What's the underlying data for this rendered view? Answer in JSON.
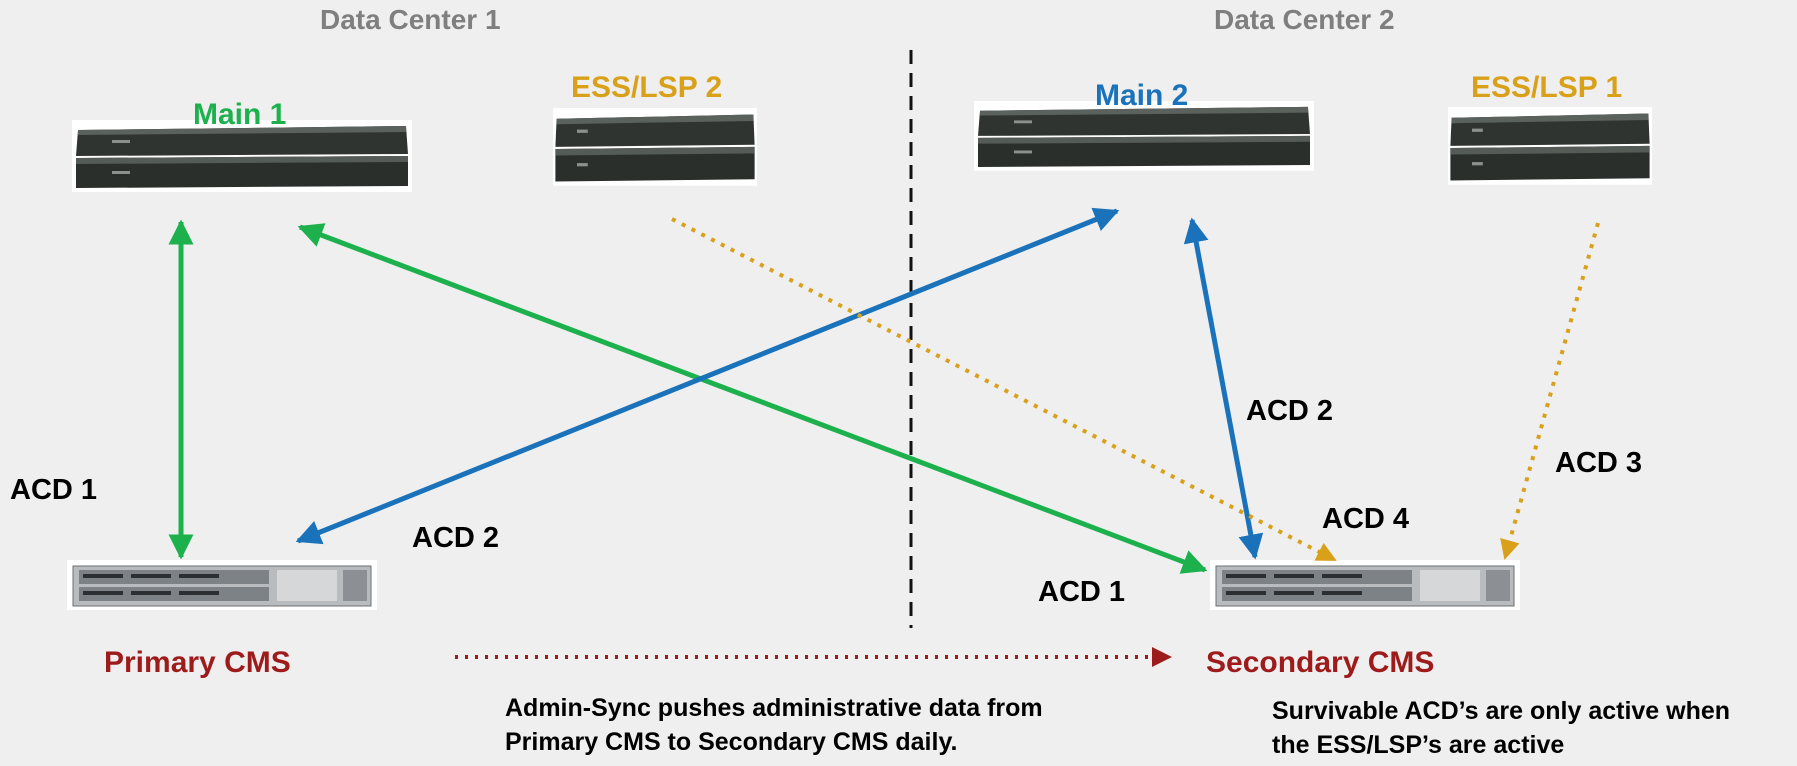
{
  "data_centers": {
    "left": "Data Center 1",
    "right": "Data Center 2"
  },
  "servers": {
    "main1": {
      "label": "Main 1",
      "color": "#1db14d"
    },
    "ess_lsp2": {
      "label": "ESS/LSP 2",
      "color": "#d9a01a"
    },
    "main2": {
      "label": "Main 2",
      "color": "#1a72bb"
    },
    "ess_lsp1": {
      "label": "ESS/LSP 1",
      "color": "#d9a01a"
    }
  },
  "cms": {
    "primary": "Primary CMS",
    "secondary": "Secondary CMS",
    "color": "#9e1b1b"
  },
  "links": {
    "acd1_left": "ACD 1",
    "acd2_left": "ACD 2",
    "acd1_right": "ACD 1",
    "acd2_right": "ACD 2",
    "acd3": "ACD 3",
    "acd4": "ACD 4"
  },
  "notes": {
    "admin_sync_line1": "Admin-Sync pushes administrative data from",
    "admin_sync_line2": "Primary CMS to Secondary CMS daily.",
    "survivable_line1": "Survivable ACD’s are only active when",
    "survivable_line2": "the ESS/LSP’s are active"
  }
}
